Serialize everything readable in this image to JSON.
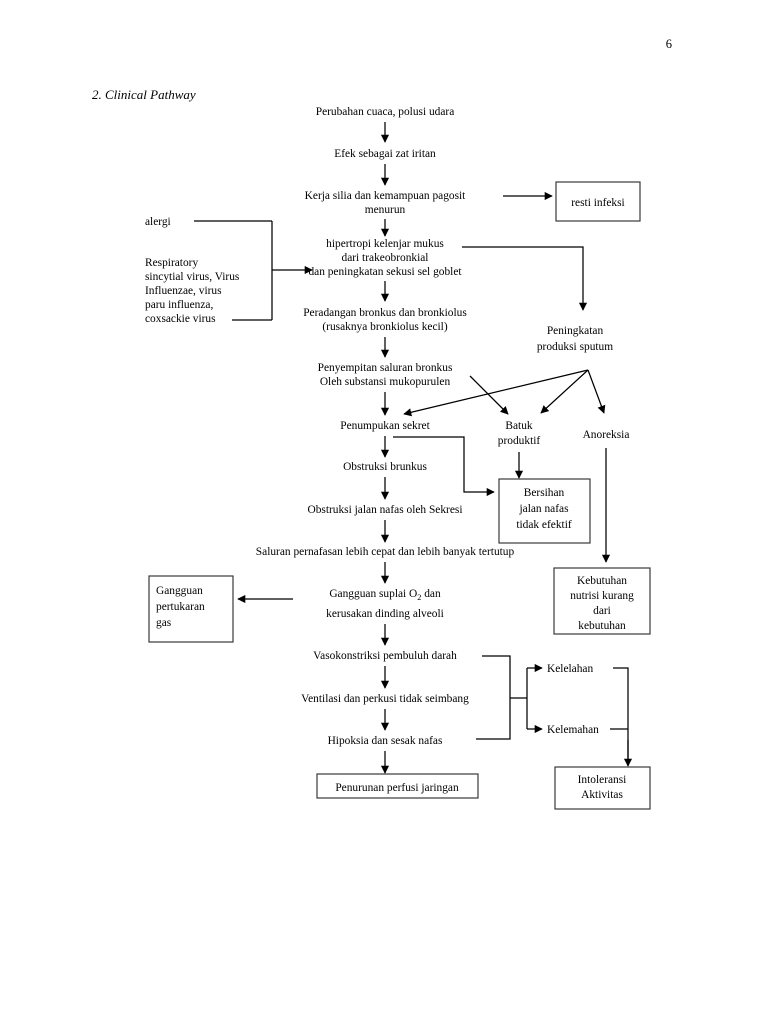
{
  "document": {
    "page_number": "6",
    "section_title": "2. Clinical Pathway"
  },
  "nodes": {
    "perubahan_cuaca": "Perubahan cuaca, polusi udara",
    "efek_iritan": "Efek sebagai zat iritan",
    "kerja_silia_l1": "Kerja silia dan kemampuan pagosit",
    "kerja_silia_l2": "menurun",
    "resti_infeksi": "resti infeksi",
    "alergi": "alergi",
    "virus_l1": "Respiratory",
    "virus_l2": "sincytial virus, Virus",
    "virus_l3": "Influenzae, virus",
    "virus_l4": "paru influenza,",
    "virus_l5": "coxsackie virus",
    "hipertropi_l1": "hipertropi kelenjar mukus",
    "hipertropi_l2": "dari trakeobronkial",
    "hipertropi_l3": "dan peningkatan sekusi sel goblet",
    "peradangan_l1": "Peradangan bronkus dan bronkiolus",
    "peradangan_l2": "(rusaknya bronkiolus kecil)",
    "sputum_l1": "Peningkatan",
    "sputum_l2": "produksi sputum",
    "penyempitan_l1": "Penyempitan saluran bronkus",
    "penyempitan_l2": "Oleh substansi mukopurulen",
    "penumpukan_sekret": "Penumpukan sekret",
    "batuk_l1": "Batuk",
    "batuk_l2": "produktif",
    "anoreksia": "Anoreksia",
    "obstruksi_brunkus": "Obstruksi brunkus",
    "obstruksi_jalan_nafas": "Obstruksi jalan nafas oleh Sekresi",
    "bersihan_l1": "Bersihan",
    "bersihan_l2": "jalan nafas",
    "bersihan_l3": "tidak efektif",
    "saluran_pernafasan": "Saluran pernafasan lebih cepat dan lebih banyak tertutup",
    "gangguan_suplai_a": "Gangguan suplai O",
    "gangguan_suplai_sub": "2",
    "gangguan_suplai_b": " dan",
    "kerusakan_alveoli": "kerusakan dinding alveoli",
    "pertukaran_l1": "Gangguan",
    "pertukaran_l2": "pertukaran",
    "pertukaran_l3": "gas",
    "nutrisi_l1": "Kebutuhan",
    "nutrisi_l2": "nutrisi kurang",
    "nutrisi_l3": "dari",
    "nutrisi_l4": "kebutuhan",
    "vasokonstriksi": "Vasokonstriksi pembuluh darah",
    "ventilasi": "Ventilasi dan perkusi tidak seimbang",
    "hipoksia": "Hipoksia dan sesak nafas",
    "kelelahan": "Kelelahan",
    "kelemahan": "Kelemahan",
    "penurunan_perfusi": "Penurunan perfusi jaringan",
    "intoleransi_l1": "Intoleransi",
    "intoleransi_l2": "Aktivitas"
  },
  "colors": {
    "line": "#000000",
    "box_border": "#3a3a3a",
    "text": "#000000",
    "background": "#ffffff"
  }
}
